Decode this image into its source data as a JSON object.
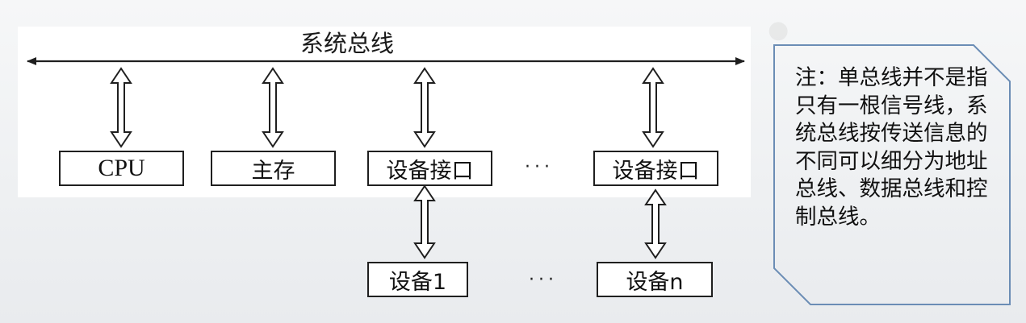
{
  "diagram": {
    "bus_label": "系统总线",
    "top_boxes": [
      "CPU",
      "主存",
      "设备接口",
      "设备接口"
    ],
    "bottom_boxes": [
      "设备1",
      "设备n"
    ],
    "ellipsis": "···",
    "note_text": "注：单总线并不是指只有一根信号线，系统总线按传送信息的不同可以细分为地址总线、数据总线和控制总线。"
  },
  "colors": {
    "line": "#1f1f1f",
    "panel": "#ffffff",
    "note_border": "#6b8db5",
    "background": "#eef0f2"
  },
  "icons": [
    "double-headed-bus-arrow",
    "hollow-double-arrow"
  ]
}
